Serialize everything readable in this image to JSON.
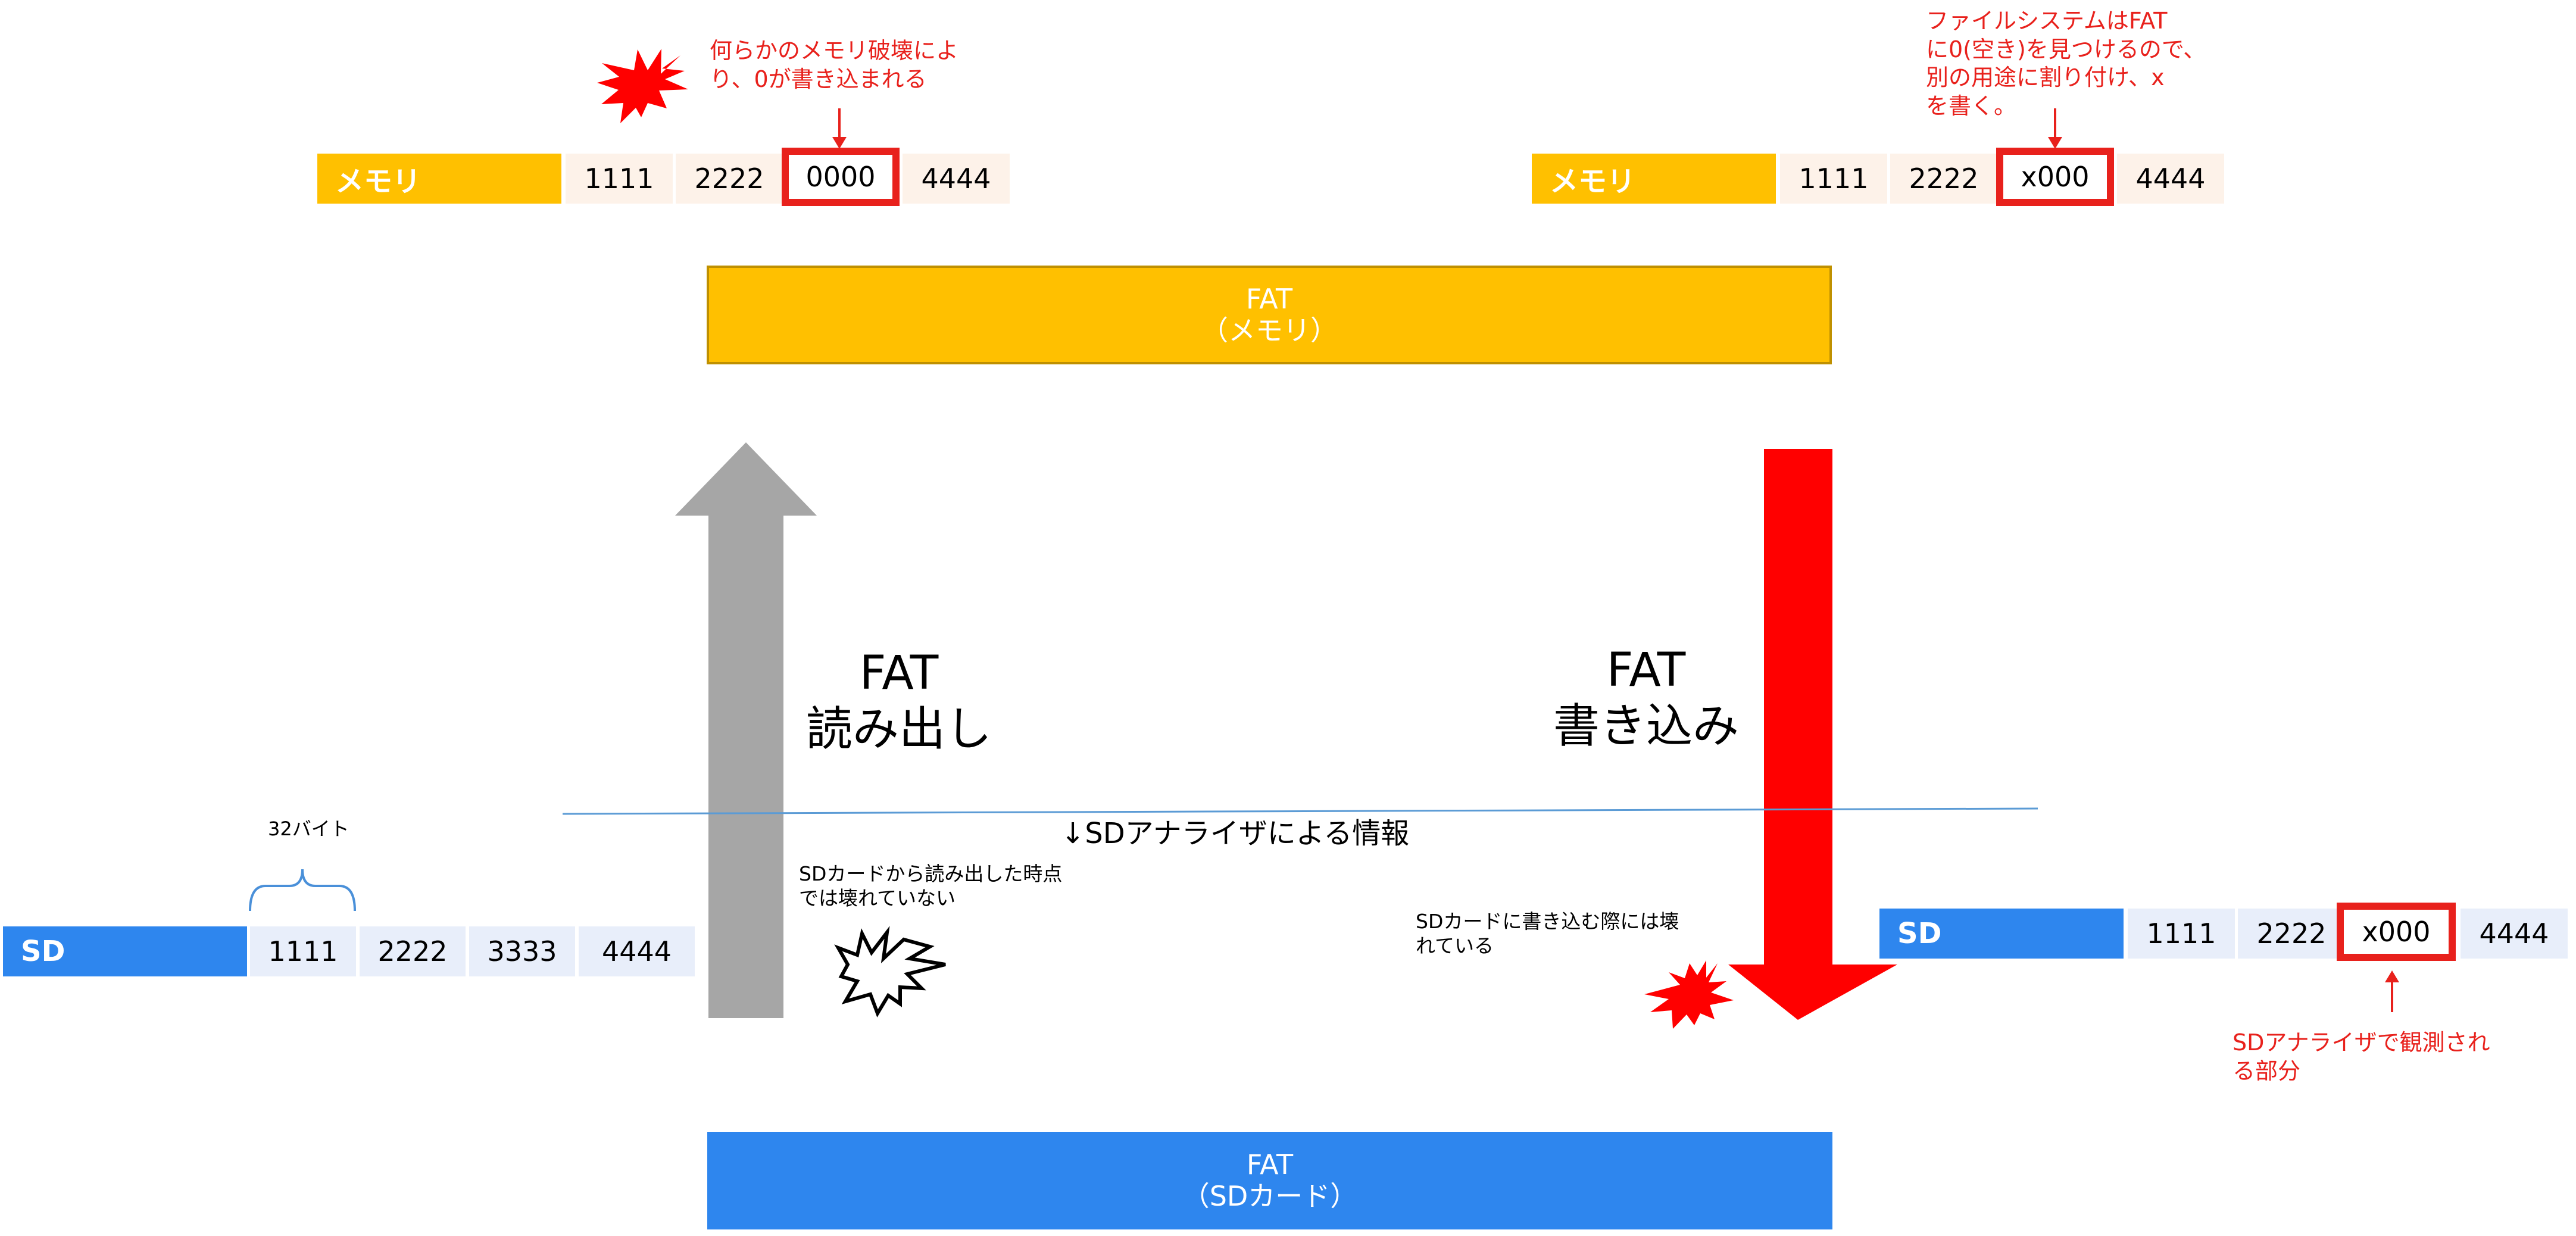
{
  "memory_left": {
    "label": "メモリ",
    "cells": [
      "1111",
      "2222",
      "0000",
      "4444"
    ],
    "highlighted_index": 2,
    "note": [
      "何らかのメモリ破壊によ",
      "り、0が書き込まれる"
    ]
  },
  "memory_right": {
    "label": "メモリ",
    "cells": [
      "1111",
      "2222",
      "x000",
      "4444"
    ],
    "highlighted_index": 2,
    "note": [
      "ファイルシステムはFAT",
      "に0(空き)を見つけるので、",
      "別の用途に割り付け、x",
      "を書く。"
    ]
  },
  "fat_memory": {
    "line1": "FAT",
    "line2": "（メモリ）"
  },
  "fat_sd": {
    "line1": "FAT",
    "line2": "（SDカード）"
  },
  "read_arrow": {
    "line1": "FAT",
    "line2": "読み出し",
    "color": "#A6A6A6"
  },
  "write_arrow": {
    "line1": "FAT",
    "line2": "書き込み",
    "color": "#FF0000"
  },
  "divider_label": "↓SDアナライザによる情報",
  "sd_left": {
    "label": "SD",
    "cells": [
      "1111",
      "2222",
      "3333",
      "4444"
    ],
    "brace_label": "32バイト"
  },
  "sd_right": {
    "label": "SD",
    "cells": [
      "1111",
      "2222",
      "x000",
      "4444"
    ],
    "highlighted_index": 2,
    "note": [
      "SDアナライザで観測され",
      "る部分"
    ]
  },
  "read_note": [
    "SDカードから読み出した時点",
    "では壊れていない"
  ],
  "write_note": [
    "SDカードに書き込む際には壊",
    "れている"
  ],
  "colors": {
    "memory": "#FFC000",
    "sd": "#2E86EE",
    "highlight": "#E8211C",
    "divider": "#5B9BD5"
  }
}
